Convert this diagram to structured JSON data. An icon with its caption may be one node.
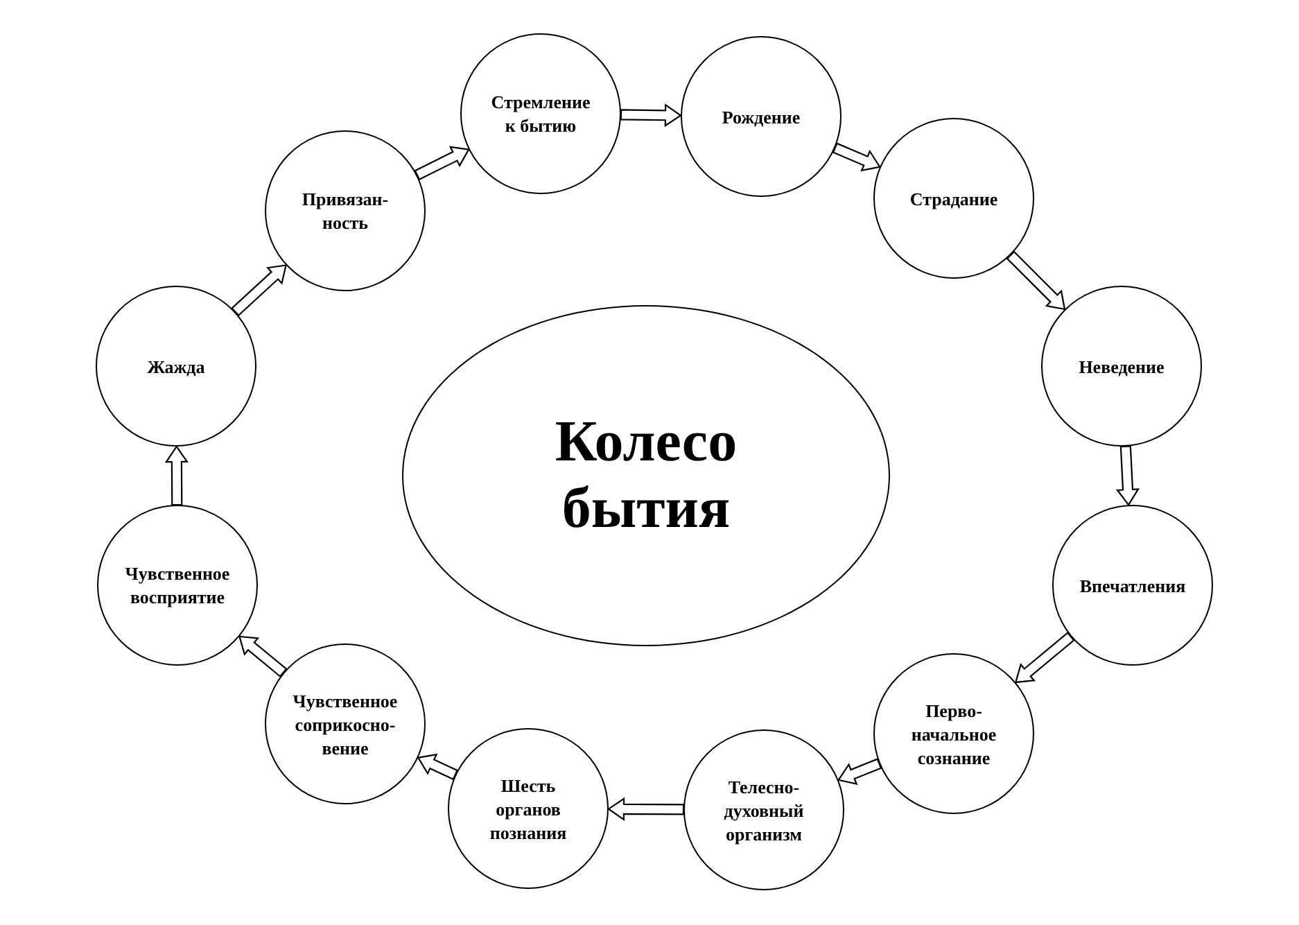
{
  "diagram": {
    "nodes": [
      {
        "text": [
          "Колесо бытия"
        ]
      },
      {
        "text": [
          "Стремление к бытию"
        ]
      },
      {
        "text": [
          "Рождение"
        ]
      },
      {
        "text": [
          "Страдание"
        ]
      },
      {
        "text": [
          "Неведение"
        ]
      },
      {
        "text": [
          "Впечатления"
        ]
      },
      {
        "text": [
          "Перво- начальное сознание"
        ]
      },
      {
        "text": [
          "Телесно- духовный организм"
        ]
      },
      {
        "text": [
          "Шесть органов познания"
        ]
      },
      {
        "text": [
          "Чувственное соприкосно- вение"
        ]
      },
      {
        "text": [
          "Чувственное восприятие"
        ]
      },
      {
        "text": [
          "Жажда"
        ]
      },
      {
        "text": [
          "Привязан- ность"
        ]
      }
    ],
    "edges": [
      {
        "from": 11,
        "to": 12,
        "arrow": "to"
      },
      {
        "from": 12,
        "to": 1,
        "arrow": "to"
      },
      {
        "from": 1,
        "to": 2,
        "arrow": "to"
      },
      {
        "from": 2,
        "to": 3,
        "arrow": "to"
      },
      {
        "from": 3,
        "to": 4,
        "arrow": "to"
      },
      {
        "from": 4,
        "to": 5,
        "arrow": "to"
      },
      {
        "from": 5,
        "to": 6,
        "arrow": "to"
      },
      {
        "from": 6,
        "to": 7,
        "arrow": "to"
      },
      {
        "from": 7,
        "to": 8,
        "arrow": "to"
      },
      {
        "from": 8,
        "to": 9,
        "arrow": "to"
      },
      {
        "from": 9,
        "to": 10,
        "arrow": "to"
      },
      {
        "from": 10,
        "to": 11,
        "arrow": "to"
      }
    ]
  }
}
